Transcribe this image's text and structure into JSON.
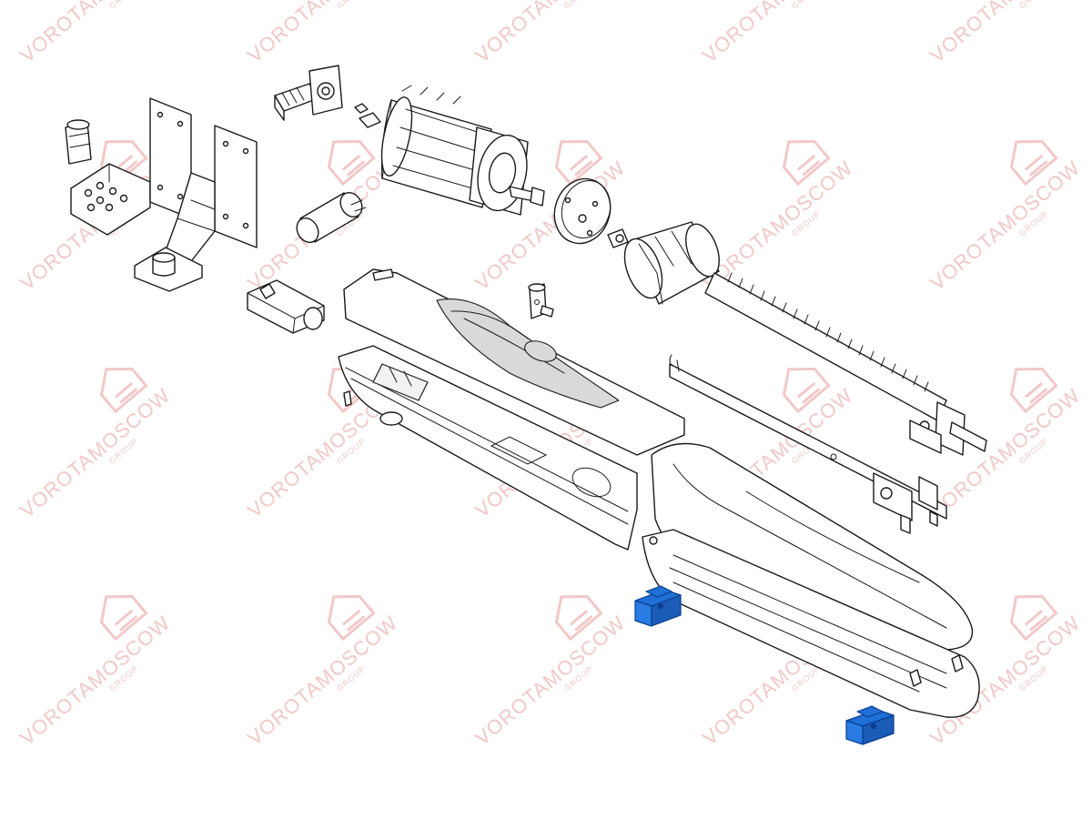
{
  "watermark": {
    "brand": "VOROTAMOSCOW",
    "sub": "GROUP",
    "color": "#f2c8c8"
  },
  "colors": {
    "highlight": "#1f6fd6",
    "line": "#1a1a1a",
    "background": "#ffffff"
  },
  "parts": [
    {
      "id": "rear-bracket",
      "highlighted": false
    },
    {
      "id": "terminal-block",
      "highlighted": false
    },
    {
      "id": "electric-motor",
      "highlighted": false
    },
    {
      "id": "capacitor",
      "highlighted": false
    },
    {
      "id": "gear-cover",
      "highlighted": false
    },
    {
      "id": "pin-clamp",
      "highlighted": false
    },
    {
      "id": "release-key",
      "highlighted": false
    },
    {
      "id": "top-cover",
      "highlighted": false
    },
    {
      "id": "worm-screw-assembly",
      "highlighted": false
    },
    {
      "id": "guide-rail",
      "highlighted": false
    },
    {
      "id": "lower-housing",
      "highlighted": false
    },
    {
      "id": "front-housing",
      "highlighted": false
    },
    {
      "id": "limit-switch-stop-1",
      "highlighted": true
    },
    {
      "id": "limit-switch-stop-2",
      "highlighted": true
    }
  ]
}
